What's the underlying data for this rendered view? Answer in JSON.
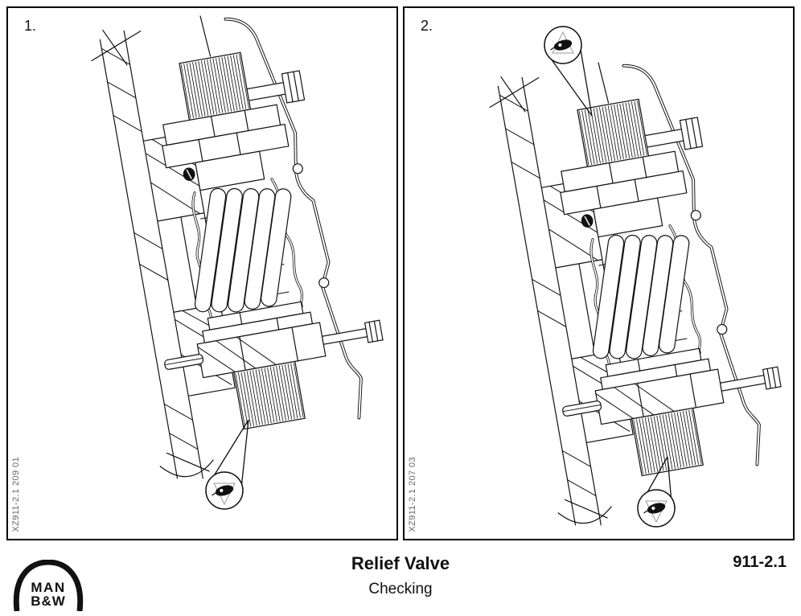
{
  "document": {
    "title": "Relief Valve",
    "subtitle": "Checking",
    "section_code": "911-2.1"
  },
  "logo": {
    "top": "MAN",
    "bottom": "B&W"
  },
  "panels": [
    {
      "step_label": "1.",
      "drawing_ref": "XZ911-2.1 209 01",
      "icon": "inspection-eye-icon"
    },
    {
      "step_label": "2.",
      "drawing_ref": "XZ911-2.1 207 03",
      "icon": "inspection-eye-icon"
    }
  ],
  "colors": {
    "line": "#111111",
    "ref_label": "#666666",
    "background": "#ffffff"
  }
}
